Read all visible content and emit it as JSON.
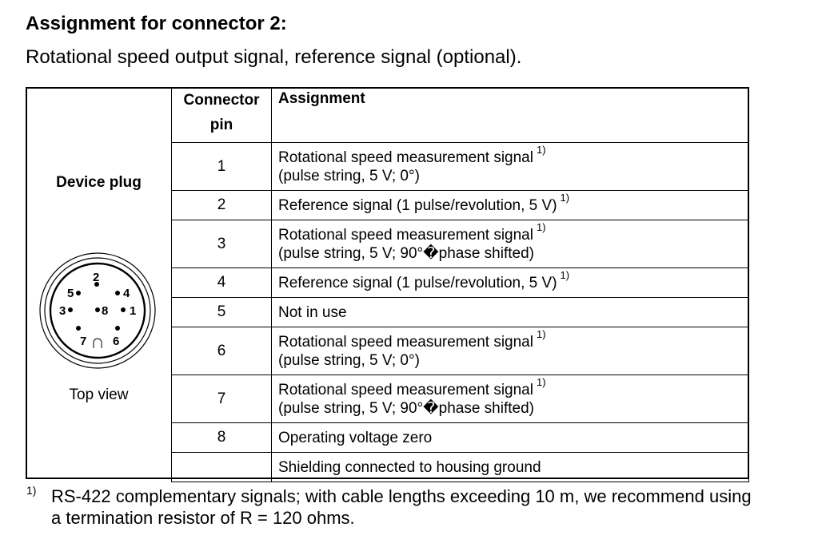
{
  "heading": "Assignment for connector 2:",
  "subheading": "Rotational speed output signal, reference signal (optional).",
  "device": {
    "label": "Device plug",
    "caption": "Top view",
    "pin_labels": [
      "1",
      "2",
      "3",
      "4",
      "5",
      "6",
      "7",
      "8"
    ]
  },
  "table": {
    "headers": {
      "pin": "Connector pin",
      "assignment": "Assignment"
    },
    "rows": [
      {
        "pin": "1",
        "line1": "Rotational speed measurement signal",
        "note": "1)",
        "line2": "(pulse string, 5 V; 0°)"
      },
      {
        "pin": "2",
        "line1": "Reference signal (1 pulse/revolution, 5 V)",
        "note": "1)",
        "line2": ""
      },
      {
        "pin": "3",
        "line1": "Rotational speed measurement signal",
        "note": "1)",
        "line2": "(pulse string, 5 V; 90°�phase shifted)"
      },
      {
        "pin": "4",
        "line1": "Reference signal (1 pulse/revolution, 5 V)",
        "note": "1)",
        "line2": ""
      },
      {
        "pin": "5",
        "line1": "Not in use",
        "note": "",
        "line2": ""
      },
      {
        "pin": "6",
        "line1": "Rotational speed measurement signal",
        "note": "1)",
        "line2": "(pulse string, 5 V; 0°)"
      },
      {
        "pin": "7",
        "line1": "Rotational speed measurement signal",
        "note": "1)",
        "line2": "(pulse string, 5 V; 90°�phase shifted)"
      },
      {
        "pin": "8",
        "line1": "Operating voltage zero",
        "note": "",
        "line2": ""
      },
      {
        "pin": "",
        "line1": "Shielding connected to housing ground",
        "note": "",
        "line2": ""
      }
    ]
  },
  "footnote": {
    "mark": "1)",
    "text": "RS-422  complementary signals; with cable lengths exceeding 10 m, we recommend using a termination resistor of R = 120 ohms."
  }
}
